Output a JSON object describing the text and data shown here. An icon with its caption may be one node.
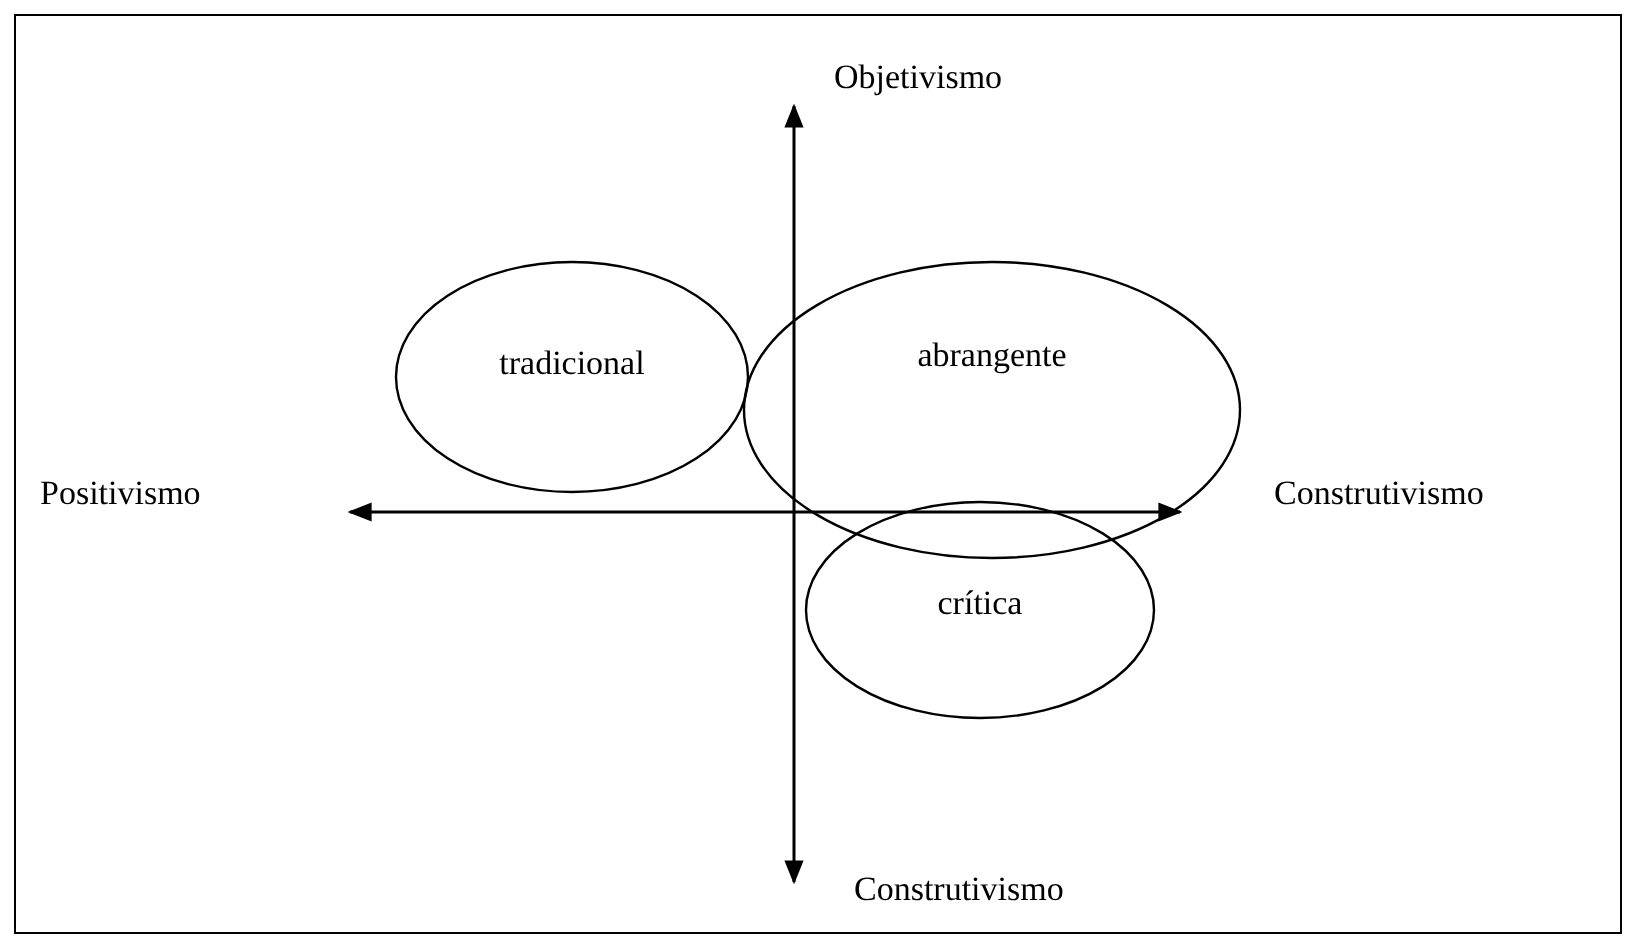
{
  "diagram": {
    "nodes": [
      {
        "text": [
          "tradicional"
        ]
      },
      {
        "text": [
          "abrangente"
        ]
      },
      {
        "text": [
          "crítica"
        ]
      }
    ],
    "labels": [
      "Objetivismo",
      "Positivismo",
      "Construtivismo",
      "Construtivismo"
    ]
  }
}
